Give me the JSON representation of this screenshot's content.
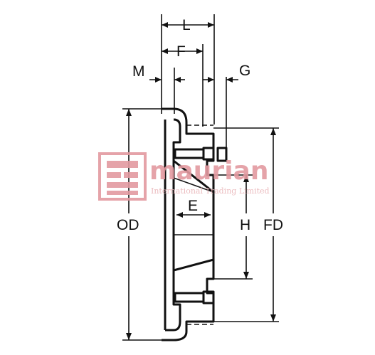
{
  "labels": {
    "L": "L",
    "F": "F",
    "M": "M",
    "G": "G",
    "OD": "OD",
    "E": "E",
    "H": "H",
    "FD": "FD"
  },
  "watermark": {
    "brand": "maurian",
    "tagline": "International Trading Limited"
  },
  "colors": {
    "line": "#111111",
    "watermark": "#e39aa0"
  }
}
